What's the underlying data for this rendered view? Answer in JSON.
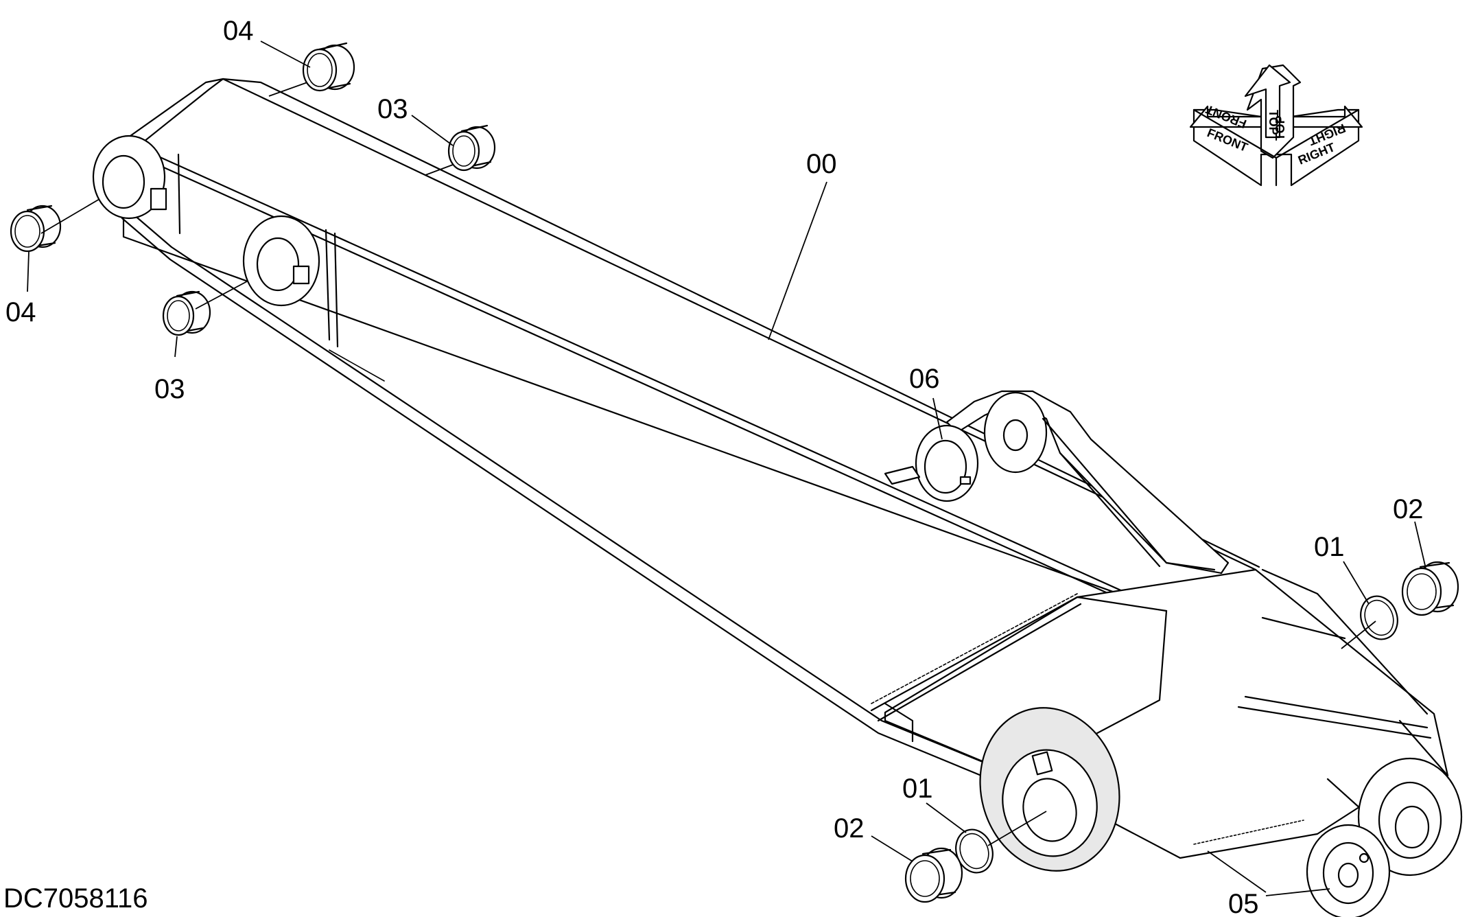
{
  "drawing": {
    "code": "DC7058116",
    "callouts": {
      "c00": "00",
      "c01a": "01",
      "c01b": "01",
      "c02a": "02",
      "c02b": "02",
      "c03a": "03",
      "c03b": "03",
      "c04a": "04",
      "c04b": "04",
      "c05": "05",
      "c06": "06"
    },
    "orientation": {
      "front": "FRONT",
      "top": "TOP",
      "right": "RIGHT",
      "front_mirror": "FRONT",
      "top_mirror": "TOP",
      "right_mirror": "RIGHT"
    }
  }
}
